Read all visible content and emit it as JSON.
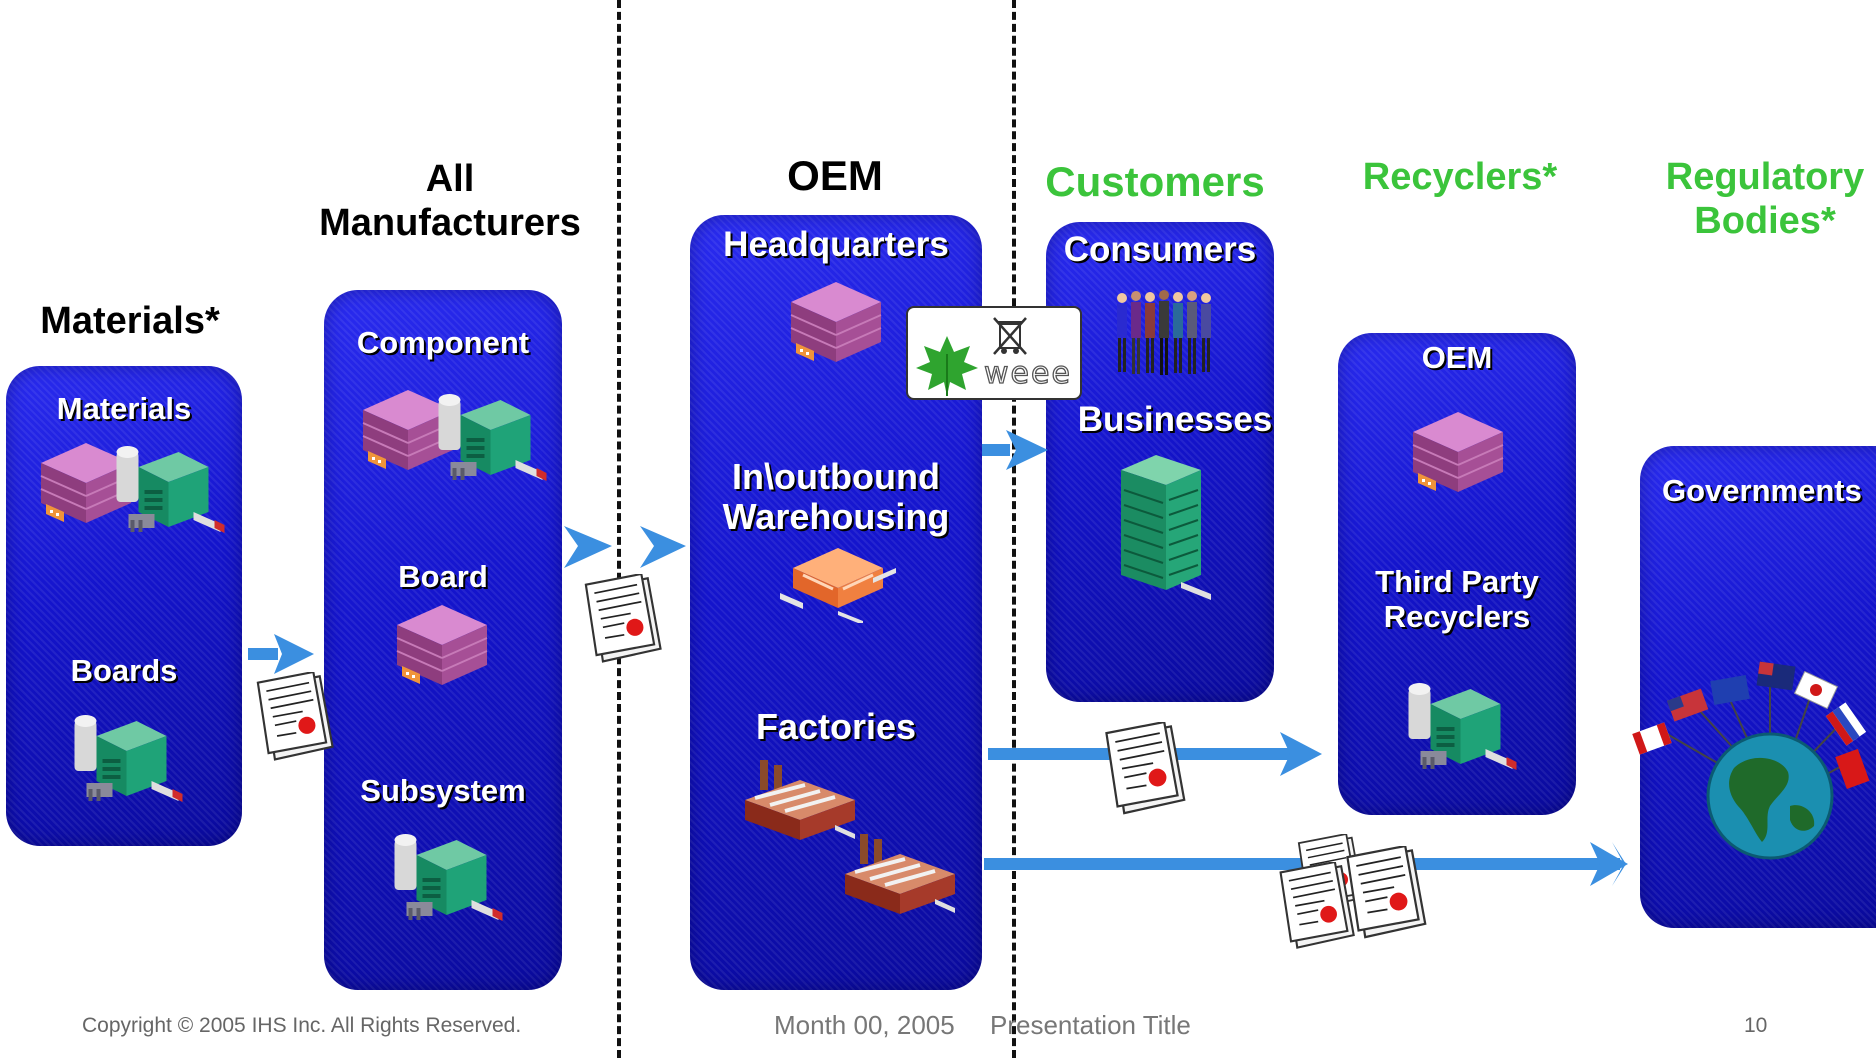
{
  "headings": {
    "materials": "Materials*",
    "all_manufacturers": "All\nManufacturers",
    "oem": "OEM",
    "customers": "Customers",
    "recyclers": "Recyclers*",
    "regulatory": "Regulatory\nBodies*"
  },
  "panels": {
    "materials": {
      "top": "Materials",
      "bottom": "Boards"
    },
    "manufacturers": {
      "top": "Component",
      "middle": "Board",
      "bottom": "Subsystem"
    },
    "oem": {
      "top": "Headquarters",
      "middle": "In\\outbound\nWarehousing",
      "bottom": "Factories"
    },
    "customers": {
      "top": "Consumers",
      "bottom": "Businesses"
    },
    "recyclers": {
      "top": "OEM",
      "bottom": "Third Party\nRecyclers"
    },
    "regulatory": {
      "top": "Governments"
    }
  },
  "weee_label": "weee",
  "footer": {
    "copyright": "Copyright © 2005 IHS Inc. All Rights Reserved.",
    "date": "Month 00, 2005",
    "title": "Presentation Title",
    "page": "10"
  },
  "colors": {
    "heading_black": "#000000",
    "heading_green": "#3bc43b",
    "panel_blue": "#1a1ad8",
    "arrow_blue": "#3b8fe0",
    "weee_green": "#2fa42f"
  },
  "icons": [
    "server-stack-icon",
    "warehouse-icon",
    "factory-icon",
    "distribution-center-icon",
    "office-tower-icon",
    "crowd-icon",
    "document-icon",
    "weee-logo-icon",
    "globe-flags-icon",
    "arrow-icon"
  ]
}
